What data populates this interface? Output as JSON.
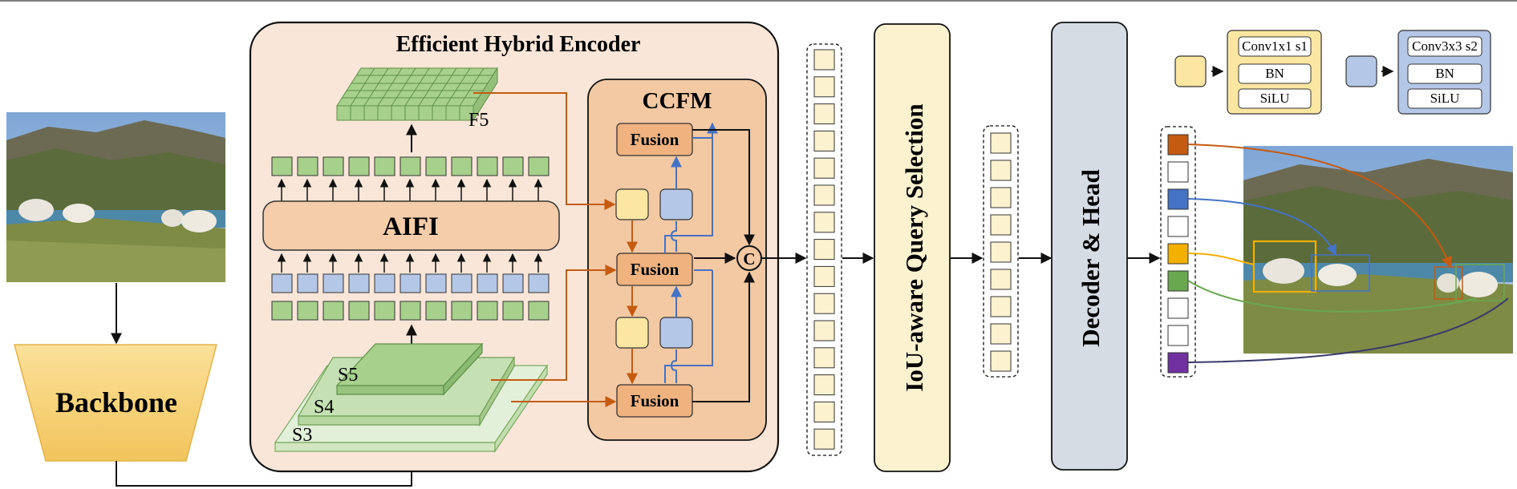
{
  "colors": {
    "encoder_fill": "#f9e6d8",
    "ccfm_fill": "#f3c9a4",
    "fusion_fill": "#f0b37f",
    "green": "#a8d08d",
    "blue": "#b4c7e7",
    "yellow": "#fbe7a1",
    "query_fill": "#fdf2cf",
    "decoder_fill": "#d6dce4",
    "orange_arrow": "#c55a11",
    "blue_arrow": "#4472c4",
    "query_orange": "#c55a11",
    "query_blue": "#4472c4",
    "query_gold": "#f4b000",
    "query_green": "#6aa84f",
    "query_purple": "#7030a0"
  },
  "labels": {
    "encoder_title": "Efficient Hybrid Encoder",
    "ccfm": "CCFM",
    "aifi": "AIFI",
    "f5": "F5",
    "s5": "S5",
    "s4": "S4",
    "s3": "S3",
    "fusion_top": "Fusion",
    "fusion_mid": "Fusion",
    "fusion_bot": "Fusion",
    "concat": "C",
    "backbone": "Backbone",
    "query_selection": "IoU-aware Query Selection",
    "decoder_head": "Decoder & Head"
  },
  "legend": {
    "yellow_block": [
      "Conv1x1 s1",
      "BN",
      "SiLU"
    ],
    "blue_block": [
      "Conv3x3 s2",
      "BN",
      "SiLU"
    ]
  },
  "icons": {
    "input_image": "sheep-photo",
    "output_image": "sheep-photo-with-boxes"
  }
}
